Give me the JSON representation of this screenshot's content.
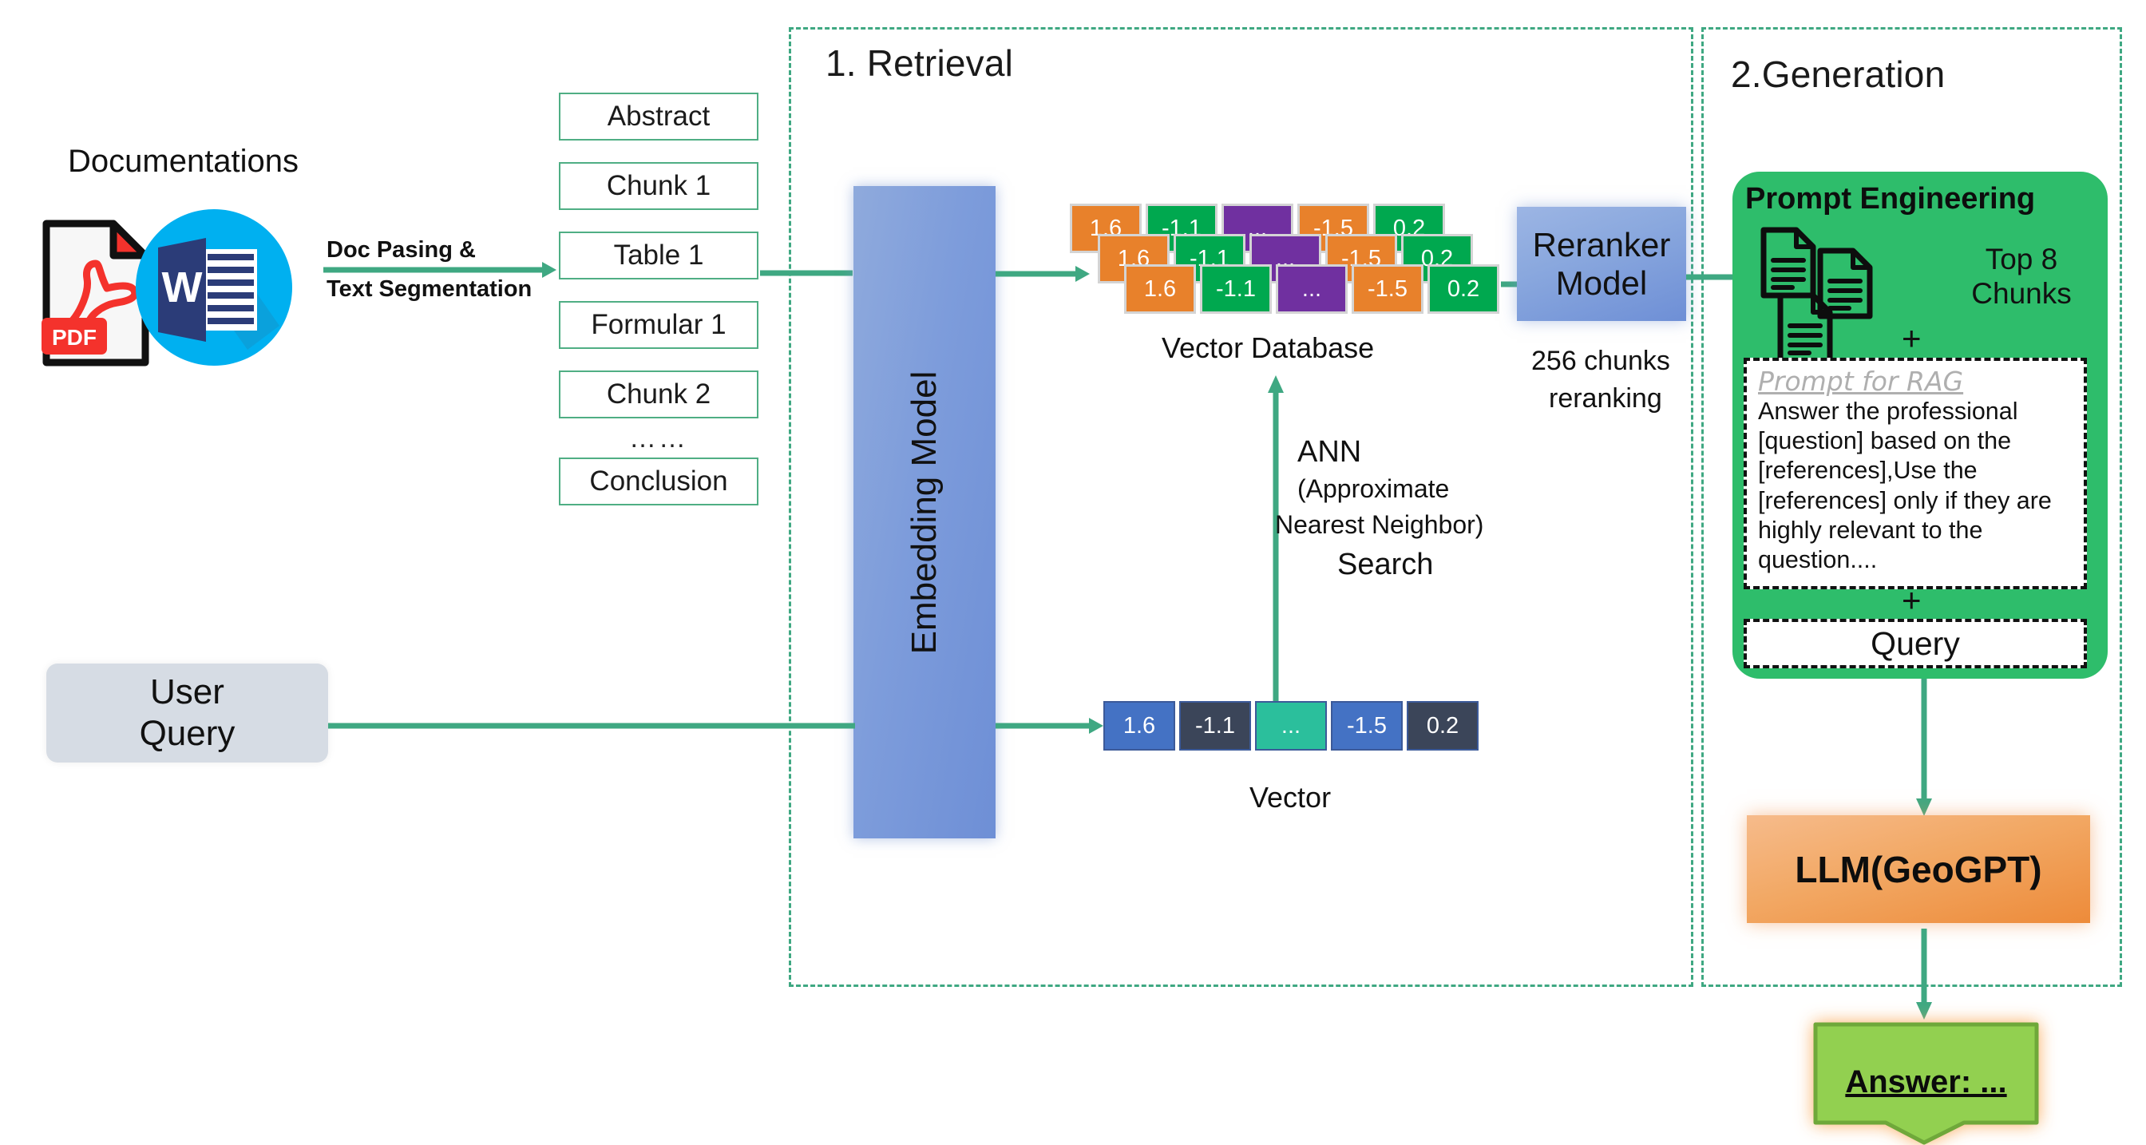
{
  "sections": {
    "retrieval": {
      "title": "1. Retrieval"
    },
    "generation": {
      "title": "2.Generation"
    }
  },
  "source": {
    "heading": "Documentations",
    "icons": [
      {
        "name": "pdf-file-icon",
        "label": "PDF"
      },
      {
        "name": "word-file-icon",
        "label": "W"
      }
    ],
    "arrow_label_line1": "Doc Pasing &",
    "arrow_label_line2": "Text Segmentation"
  },
  "chunks": {
    "items": [
      "Abstract",
      "Chunk 1",
      "Table 1",
      "Formular 1",
      "Chunk 2"
    ],
    "ellipsis": "……",
    "last": "Conclusion"
  },
  "embedding_model": {
    "label": "Embedding Model"
  },
  "user_query": {
    "line1": "User",
    "line2": "Query"
  },
  "vector_database": {
    "caption": "Vector Database",
    "cells": [
      {
        "value": "1.6",
        "color": "#E8812B"
      },
      {
        "value": "-1.1",
        "color": "#00A84F"
      },
      {
        "value": "...",
        "color": "#7030A0"
      },
      {
        "value": "-1.5",
        "color": "#E8812B"
      },
      {
        "value": "0.2",
        "color": "#00A84F"
      }
    ]
  },
  "vector": {
    "caption": "Vector",
    "cells": [
      {
        "value": "1.6",
        "color": "#4472C4"
      },
      {
        "value": "-1.1",
        "color": "#3B4559"
      },
      {
        "value": "...",
        "color": "#2BBF9C"
      },
      {
        "value": "-1.5",
        "color": "#4472C4"
      },
      {
        "value": "0.2",
        "color": "#3B4559"
      }
    ]
  },
  "ann": {
    "line1": "ANN",
    "line2": "(Approximate",
    "line3": "Nearest Neighbor)",
    "line4": "Search"
  },
  "reranker": {
    "line1": "Reranker",
    "line2": "Model",
    "caption_line1": "256 chunks",
    "caption_line2": "reranking"
  },
  "prompt_engineering": {
    "title": "Prompt Engineering",
    "top_chunks_line1": "Top 8",
    "top_chunks_line2": "Chunks",
    "plus_top": "+",
    "plus_bottom": "+",
    "prompt_header": "Prompt for RAG",
    "prompt_body": " Answer the professional [question] based on the [references],Use the [references] only if they are highly relevant to the question....",
    "query_label": "Query"
  },
  "llm": {
    "label": "LLM(GeoGPT)"
  },
  "answer": {
    "label": "Answer: ..."
  },
  "colors": {
    "arrow_green": "#3FA882",
    "frame_green": "#3FA882",
    "panel_green": "#2EBD6B",
    "chunk_border": "#4FAE84",
    "embed_blue": "#7D9CDB",
    "llm_orange": "#ED8B3A",
    "answer_green": "#92D050",
    "user_query_gray": "#D6DCE4"
  }
}
